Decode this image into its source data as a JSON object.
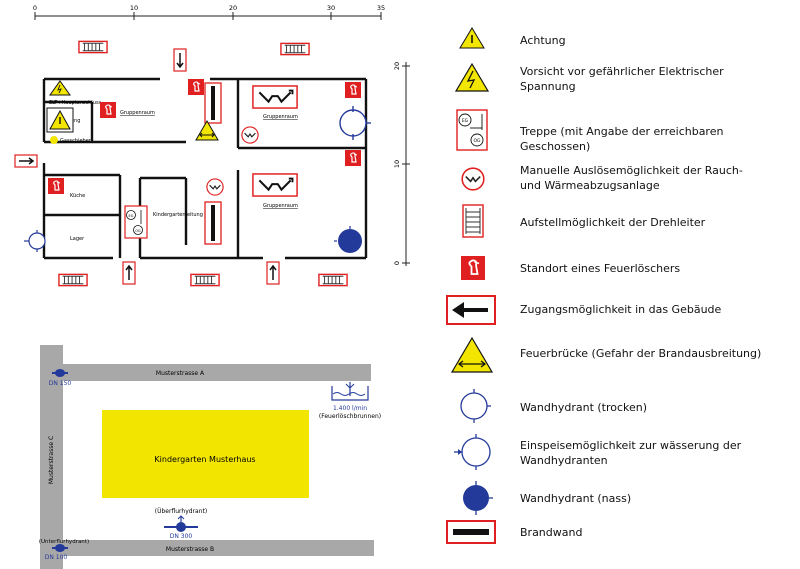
{
  "scale_top": {
    "ticks": [
      "0",
      "10",
      "20",
      "30",
      "35"
    ]
  },
  "scale_right": {
    "ticks": [
      "20",
      "10",
      "0"
    ]
  },
  "rooms": {
    "elt": "ELT+Hauptanschluss",
    "heizung": "Heizung",
    "gasschieber": "Gasschieber",
    "gruppenraum_1": "Gruppenraum",
    "gruppenraum_2": "Gruppenraum",
    "gruppenraum_3": "Gruppenraum",
    "kueche": "Küche",
    "lager": "Lager",
    "kindergartenleitung": "Kindergartenleitung"
  },
  "stair_labels": {
    "top": "EG",
    "bottom": "OG"
  },
  "site": {
    "street_a": "Musterstrasse A",
    "street_b": "Musterstrasse B",
    "street_c": "Musterstrasse C",
    "building": "Kindergarten Musterhaus",
    "dn150_top": "DN 150",
    "dn150_bottom": "DN 100",
    "dn300": "DN 300",
    "ueberflur": "(Überflurhydrant)",
    "unterflur": "(Unterflurhydrant)",
    "brunnen_flow": "1.400 l/min",
    "brunnen_name": "(Feuerlöschbrunnen)"
  },
  "legend": {
    "achtung": "Achtung",
    "elektrisch": "Vorsicht vor gefährlicher Elektrischer Spannung",
    "treppe": "Treppe (mit Angabe der erreichbaren Geschossen)",
    "rwa": "Manuelle Auslösemöglichkeit der Rauch- und Wärmeabzugsanlage",
    "drehleiter": "Aufstellmöglichkeit der Drehleiter",
    "feuerloescher": "Standort eines Feuerlöschers",
    "zugang": "Zugangsmöglichkeit in das Gebäude",
    "feuerbruecke": "Feuerbrücke (Gefahr der Brandausbreitung)",
    "hydrant_trocken": "Wandhydrant (trocken)",
    "einspeisung": "Einspeisemöglichkeit zur wässerung der Wandhydranten",
    "hydrant_nass": "Wandhydrant (nass)",
    "brandwand": "Brandwand"
  },
  "colors": {
    "red": "#e02020",
    "yellow": "#f2e600",
    "blue": "#243a9a",
    "gray": "#a8a8a8"
  }
}
